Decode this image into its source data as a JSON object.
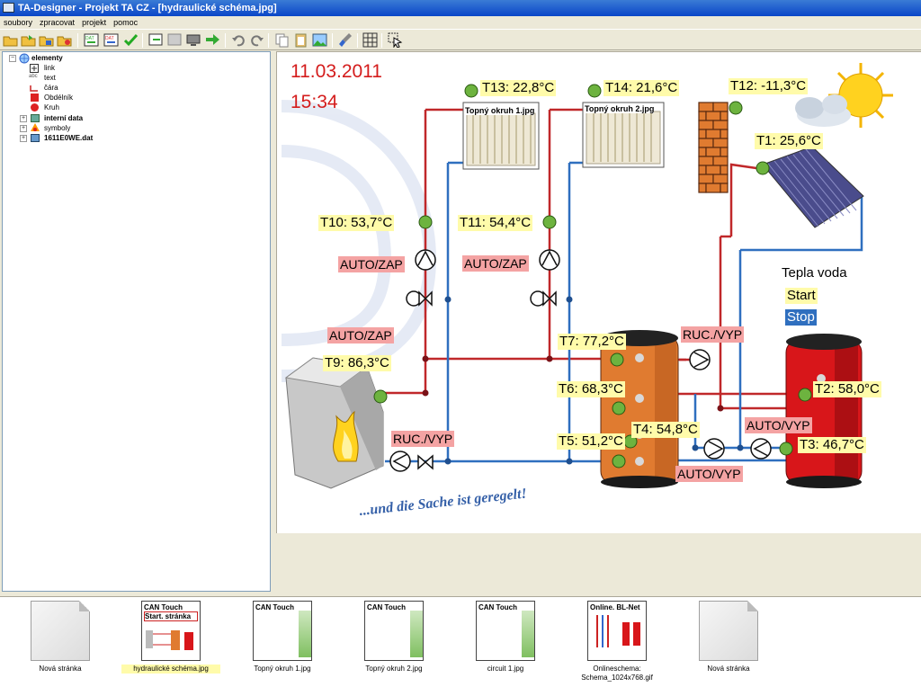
{
  "window": {
    "title": "TA-Designer - Projekt TA CZ - [hydraulické schéma.jpg]"
  },
  "menu": [
    "soubory",
    "zpracovat",
    "projekt",
    "pomoc"
  ],
  "tree": {
    "root": "elementy",
    "items": [
      "link",
      "text",
      "čára",
      "Obdélník",
      "Kruh"
    ],
    "groups": [
      "interní data",
      "symboly",
      "1611E0WE.dat"
    ]
  },
  "schema": {
    "date": "11.03.2011",
    "time": "15:34",
    "radiator1": "Topný okruh 1.jpg",
    "radiator2": "Topný okruh 2.jpg",
    "t13": "T13: 22,8°C",
    "t14": "T14: 21,6°C",
    "t12": "T12: -11,3°C",
    "t1": "T1: 25,6°C",
    "t10": "T10: 53,7°C",
    "t11": "T11: 54,4°C",
    "t9": "T9: 86,3°C",
    "t7": "T7: 77,2°C",
    "t6": "T6: 68,3°C",
    "t5": "T5: 51,2°C",
    "t4": "T4: 54,8°C",
    "t2": "T2: 58,0°C",
    "t3": "T3: 46,7°C",
    "pump1_status": "AUTO/ZAP",
    "pump2_status": "AUTO/ZAP",
    "boiler_status": "AUTO/ZAP",
    "boiler_pump_status": "RUC./VYP",
    "storage_pump_status": "RUC./VYP",
    "dhw_pump_status": "AUTO/VYP",
    "dhw_pump2_status": "AUTO/VYP",
    "hot_water_title": "Tepla voda",
    "start_label": "Start",
    "stop_label": "Stop",
    "slogan": "...und die Sache ist geregelt!"
  },
  "pages": [
    {
      "caption": "Nová stránka",
      "header": ""
    },
    {
      "caption": "hydraulické schéma.jpg",
      "header": "CAN Touch",
      "header2": "Start. stránka"
    },
    {
      "caption": "Topný okruh 1.jpg",
      "header": "CAN Touch"
    },
    {
      "caption": "Topný okruh 2.jpg",
      "header": "CAN Touch"
    },
    {
      "caption": "circuit 1.jpg",
      "header": "CAN Touch"
    },
    {
      "caption": "Onlineschema: Schema_1024x768.gif",
      "header": "Online. BL-Net"
    },
    {
      "caption": "Nová stránka",
      "header": ""
    }
  ],
  "colors": {
    "hot_pipe": "#c0282a",
    "cold_pipe": "#2f6fbf",
    "sensor": "#6db33f",
    "label_yellow": "#fffbaa",
    "label_red": "#f4a3a3"
  }
}
